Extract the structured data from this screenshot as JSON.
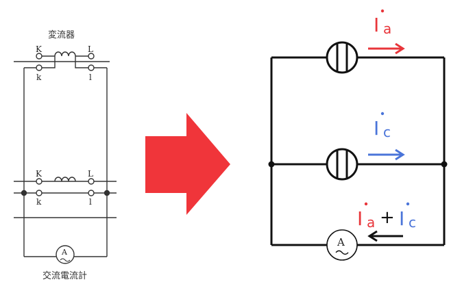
{
  "left_schematic": {
    "ct_label": "変流器",
    "ammeter_label": "交流電流計",
    "ammeter_symbol": "A",
    "terminal_labels": {
      "upper_K": "K",
      "upper_L": "L",
      "upper_k": "k",
      "upper_l": "l",
      "lower_K": "K",
      "lower_L": "L",
      "lower_k": "k",
      "lower_l": "l"
    }
  },
  "arrow": {
    "color": "#e8353a"
  },
  "right_circuit": {
    "ia": {
      "letter": "I",
      "subscript": "a",
      "color": "#e8353a"
    },
    "ic": {
      "letter": "I",
      "subscript": "c",
      "color": "#4a74d9"
    },
    "sum": {
      "first_letter": "I",
      "first_subscript": "a",
      "operator": "+",
      "second_letter": "I",
      "second_subscript": "c"
    },
    "ammeter_symbol": "A"
  }
}
